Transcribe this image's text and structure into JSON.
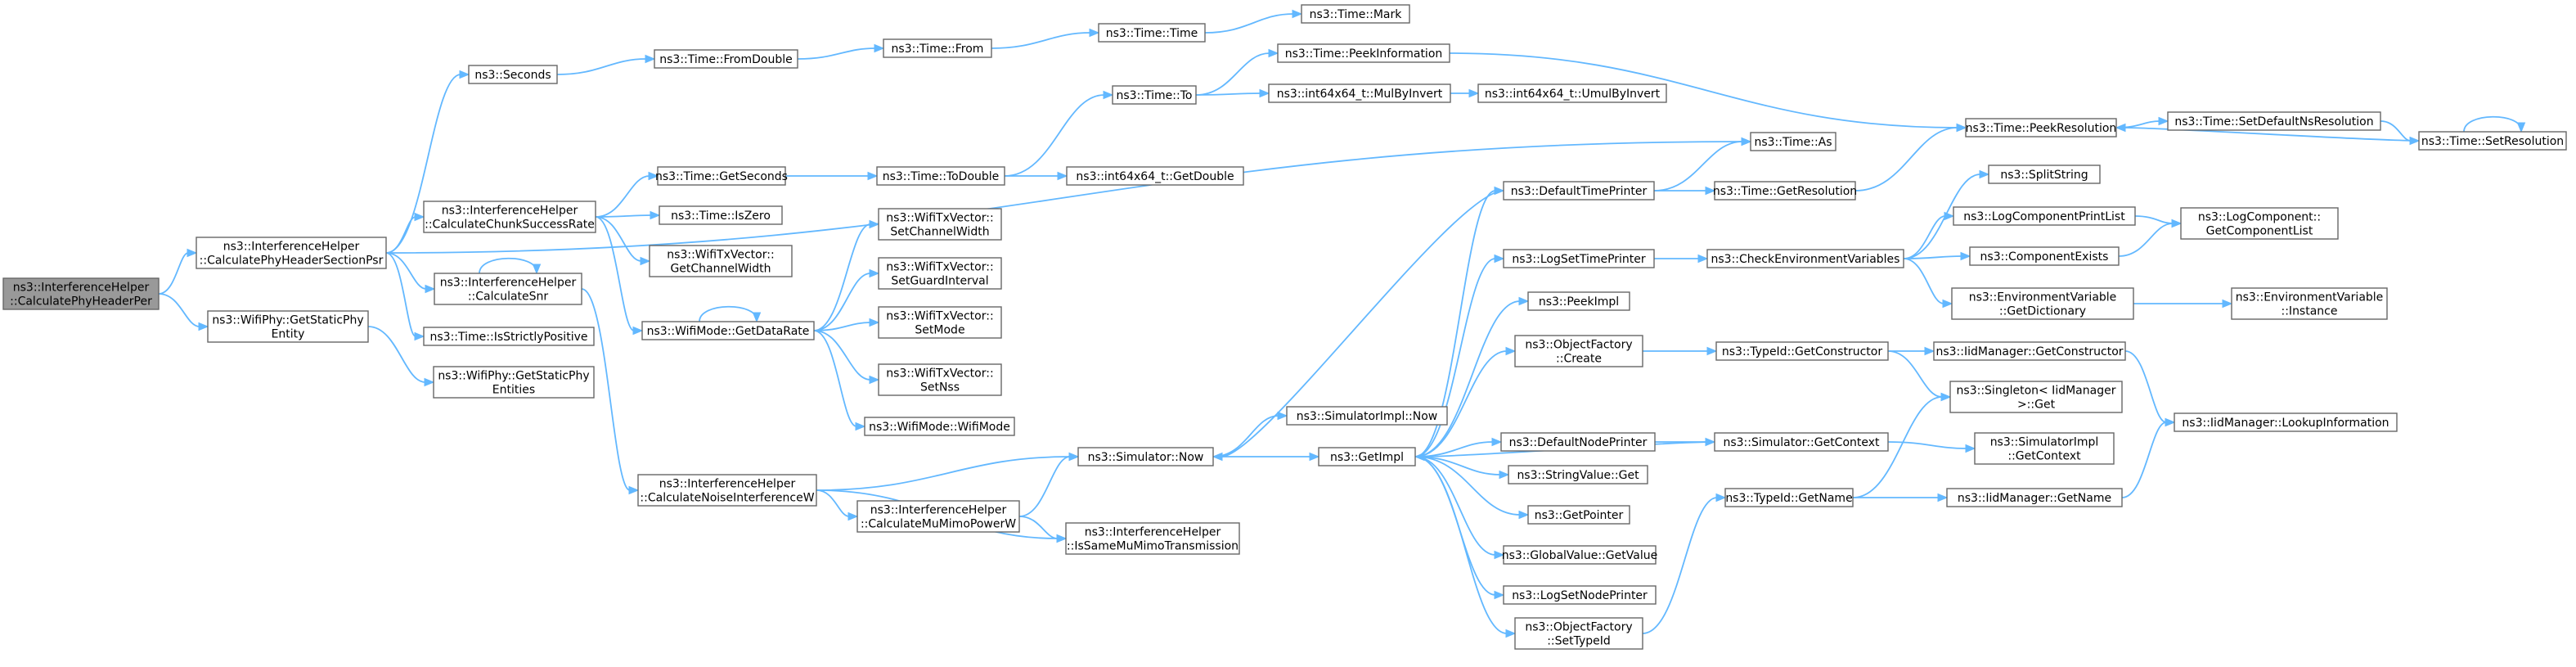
{
  "colors": {
    "edge": "#63b8ff",
    "node_border": "#666666",
    "root_fill": "#999999",
    "node_fill": "#ffffff"
  },
  "nodes": [
    {
      "id": "root",
      "lines": [
        "ns3::InterferenceHelper",
        "::CalculatePhyHeaderPer"
      ],
      "root": true
    },
    {
      "id": "cphsp",
      "lines": [
        "ns3::InterferenceHelper",
        "::CalculatePhyHeaderSectionPsr"
      ]
    },
    {
      "id": "wgspe",
      "lines": [
        "ns3::WifiPhy::GetStaticPhy",
        "Entity"
      ]
    },
    {
      "id": "seconds",
      "lines": [
        "ns3::Seconds"
      ]
    },
    {
      "id": "ccsr",
      "lines": [
        "ns3::InterferenceHelper",
        "::CalculateChunkSuccessRate"
      ]
    },
    {
      "id": "csnr",
      "lines": [
        "ns3::InterferenceHelper",
        "::CalculateSnr"
      ]
    },
    {
      "id": "isp",
      "lines": [
        "ns3::Time::IsStrictlyPositive"
      ]
    },
    {
      "id": "wgspes",
      "lines": [
        "ns3::WifiPhy::GetStaticPhy",
        "Entities"
      ]
    },
    {
      "id": "fromdouble",
      "lines": [
        "ns3::Time::FromDouble"
      ]
    },
    {
      "id": "from",
      "lines": [
        "ns3::Time::From"
      ]
    },
    {
      "id": "ttime",
      "lines": [
        "ns3::Time::Time"
      ]
    },
    {
      "id": "mark",
      "lines": [
        "ns3::Time::Mark"
      ]
    },
    {
      "id": "to",
      "lines": [
        "ns3::Time::To"
      ]
    },
    {
      "id": "peekinfo",
      "lines": [
        "ns3::Time::PeekInformation"
      ]
    },
    {
      "id": "mulbyinv",
      "lines": [
        "ns3::int64x64_t::MulByInvert"
      ]
    },
    {
      "id": "umulbyinv",
      "lines": [
        "ns3::int64x64_t::UmulByInvert"
      ]
    },
    {
      "id": "peekres",
      "lines": [
        "ns3::Time::PeekResolution"
      ]
    },
    {
      "id": "setdefns",
      "lines": [
        "ns3::Time::SetDefaultNsResolution"
      ]
    },
    {
      "id": "setres",
      "lines": [
        "ns3::Time::SetResolution"
      ]
    },
    {
      "id": "as",
      "lines": [
        "ns3::Time::As"
      ]
    },
    {
      "id": "getsec",
      "lines": [
        "ns3::Time::GetSeconds"
      ]
    },
    {
      "id": "todouble",
      "lines": [
        "ns3::Time::ToDouble"
      ]
    },
    {
      "id": "getdouble",
      "lines": [
        "ns3::int64x64_t::GetDouble"
      ]
    },
    {
      "id": "iszero",
      "lines": [
        "ns3::Time::IsZero"
      ]
    },
    {
      "id": "getchw",
      "lines": [
        "ns3::WifiTxVector::",
        "GetChannelWidth"
      ]
    },
    {
      "id": "getdr",
      "lines": [
        "ns3::WifiMode::GetDataRate"
      ]
    },
    {
      "id": "setchw",
      "lines": [
        "ns3::WifiTxVector::",
        "SetChannelWidth"
      ]
    },
    {
      "id": "setgi",
      "lines": [
        "ns3::WifiTxVector::",
        "SetGuardInterval"
      ]
    },
    {
      "id": "setmode",
      "lines": [
        "ns3::WifiTxVector::",
        "SetMode"
      ]
    },
    {
      "id": "setnss",
      "lines": [
        "ns3::WifiTxVector::",
        "SetNss"
      ]
    },
    {
      "id": "wifimode",
      "lines": [
        "ns3::WifiMode::WifiMode"
      ]
    },
    {
      "id": "cniw",
      "lines": [
        "ns3::InterferenceHelper",
        "::CalculateNoiseInterferenceW"
      ]
    },
    {
      "id": "simnow",
      "lines": [
        "ns3::Simulator::Now"
      ]
    },
    {
      "id": "cmmpw",
      "lines": [
        "ns3::InterferenceHelper",
        "::CalculateMuMimoPowerW"
      ]
    },
    {
      "id": "issame",
      "lines": [
        "ns3::InterferenceHelper",
        "::IsSameMuMimoTransmission"
      ]
    },
    {
      "id": "simimplnow",
      "lines": [
        "ns3::SimulatorImpl::Now"
      ]
    },
    {
      "id": "getimpl",
      "lines": [
        "ns3::GetImpl"
      ]
    },
    {
      "id": "deftp",
      "lines": [
        "ns3::DefaultTimePrinter"
      ]
    },
    {
      "id": "getres",
      "lines": [
        "ns3::Time::GetResolution"
      ]
    },
    {
      "id": "logstp",
      "lines": [
        "ns3::LogSetTimePrinter"
      ]
    },
    {
      "id": "checkenv",
      "lines": [
        "ns3::CheckEnvironmentVariables"
      ]
    },
    {
      "id": "peekimpl",
      "lines": [
        "ns3::PeekImpl"
      ]
    },
    {
      "id": "ofcreate",
      "lines": [
        "ns3::ObjectFactory",
        "::Create"
      ]
    },
    {
      "id": "getctor",
      "lines": [
        "ns3::TypeId::GetConstructor"
      ]
    },
    {
      "id": "iidgetctor",
      "lines": [
        "ns3::IidManager::GetConstructor"
      ]
    },
    {
      "id": "defnp",
      "lines": [
        "ns3::DefaultNodePrinter"
      ]
    },
    {
      "id": "simgetctx",
      "lines": [
        "ns3::Simulator::GetContext"
      ]
    },
    {
      "id": "strget",
      "lines": [
        "ns3::StringValue::Get"
      ]
    },
    {
      "id": "getptr",
      "lines": [
        "ns3::GetPointer"
      ]
    },
    {
      "id": "gvget",
      "lines": [
        "ns3::GlobalValue::GetValue"
      ]
    },
    {
      "id": "logsnp",
      "lines": [
        "ns3::LogSetNodePrinter"
      ]
    },
    {
      "id": "ofsettid",
      "lines": [
        "ns3::ObjectFactory",
        "::SetTypeId"
      ]
    },
    {
      "id": "splitstr",
      "lines": [
        "ns3::SplitString"
      ]
    },
    {
      "id": "lcpl",
      "lines": [
        "ns3::LogComponentPrintList"
      ]
    },
    {
      "id": "lcgcl",
      "lines": [
        "ns3::LogComponent::",
        "GetComponentList"
      ]
    },
    {
      "id": "compexists",
      "lines": [
        "ns3::ComponentExists"
      ]
    },
    {
      "id": "envgetdict",
      "lines": [
        "ns3::EnvironmentVariable",
        "::GetDictionary"
      ]
    },
    {
      "id": "envinst",
      "lines": [
        "ns3::EnvironmentVariable",
        "::Instance"
      ]
    },
    {
      "id": "singget",
      "lines": [
        "ns3::Singleton< IidManager",
        ">::Get"
      ]
    },
    {
      "id": "simimplctx",
      "lines": [
        "ns3::SimulatorImpl",
        "::GetContext"
      ]
    },
    {
      "id": "iidlookup",
      "lines": [
        "ns3::IidManager::LookupInformation"
      ]
    },
    {
      "id": "tidgetname",
      "lines": [
        "ns3::TypeId::GetName"
      ]
    },
    {
      "id": "iidgetname",
      "lines": [
        "ns3::IidManager::GetName"
      ]
    }
  ]
}
